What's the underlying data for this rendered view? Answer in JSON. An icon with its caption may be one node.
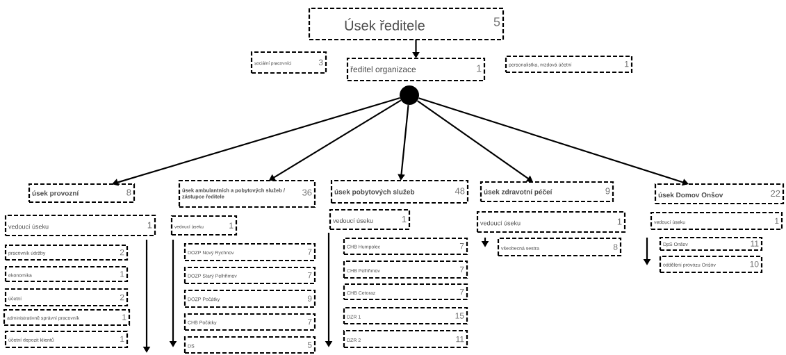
{
  "diagram": {
    "nodes": [
      {
        "text": [
          "Úsek ředitele",
          "5"
        ]
      },
      {
        "text": [
          "sociální pracovníci",
          "3"
        ]
      },
      {
        "text": [
          "ředitel organizace",
          "1"
        ]
      },
      {
        "text": [
          "personalistka, mzdová účetní",
          "1"
        ]
      },
      {
        "text": [],
        "shape": "circle"
      },
      {
        "text": [
          "úsek provozní",
          "8"
        ]
      },
      {
        "text": [
          "úsek ambulantních a pobytových služeb / zástupce ředitele",
          "36"
        ]
      },
      {
        "text": [
          "úsek pobytových služeb",
          "48"
        ]
      },
      {
        "text": [
          "úsek zdravotní péčeí",
          "9"
        ]
      },
      {
        "text": [
          "úsek Domov Onšov",
          "22"
        ]
      },
      {
        "text": [
          "vedoucí úseku",
          "1"
        ]
      },
      {
        "text": [
          "pracovník údržby",
          "2"
        ]
      },
      {
        "text": [
          "ekonomika",
          "1"
        ]
      },
      {
        "text": [
          "účetní",
          "2"
        ]
      },
      {
        "text": [
          "administrativně správní pracovník",
          "1"
        ]
      },
      {
        "text": [
          "účetní depozit klientů",
          "1"
        ]
      },
      {
        "text": [
          "vedoucí úseku",
          "1"
        ]
      },
      {
        "text": [
          "DOZP Nový Rychnov",
          "7"
        ]
      },
      {
        "text": [
          "DOZP Starý Pelhřimov",
          "7"
        ]
      },
      {
        "text": [
          "DOZP Počátky",
          "9"
        ]
      },
      {
        "text": [
          "CHB Počátky",
          "7"
        ]
      },
      {
        "text": [
          "DS",
          "5"
        ]
      },
      {
        "text": [
          "vedoucí úseku",
          "1"
        ]
      },
      {
        "text": [
          "CHB Humpolec",
          "7"
        ]
      },
      {
        "text": [
          "CHB Pelhřimov",
          "7"
        ]
      },
      {
        "text": [
          "CHB Cetoraz",
          "7"
        ]
      },
      {
        "text": [
          "DZR 1",
          "15"
        ]
      },
      {
        "text": [
          "DZR 2",
          "11"
        ]
      },
      {
        "text": [
          "vedoucí úseku",
          "1"
        ]
      },
      {
        "text": [
          "všeobecná sestra",
          "8"
        ]
      },
      {
        "text": [
          "vedoucí úseku",
          "1"
        ]
      },
      {
        "text": [
          "DpS Onšov",
          "11"
        ]
      },
      {
        "text": [
          "oddělení provozu Onšov",
          "10"
        ]
      }
    ],
    "edges": [
      {
        "from": 0,
        "to": 2,
        "arrow": "to"
      },
      {
        "from": 4,
        "to": 5,
        "arrow": "to"
      },
      {
        "from": 4,
        "to": 6,
        "arrow": "to"
      },
      {
        "from": 4,
        "to": 7,
        "arrow": "to"
      },
      {
        "from": 4,
        "to": 8,
        "arrow": "to"
      },
      {
        "from": 4,
        "to": 9,
        "arrow": "to"
      },
      {
        "from": 10,
        "to": null,
        "arrow": "to"
      },
      {
        "from": 16,
        "to": null,
        "arrow": "to"
      },
      {
        "from": 22,
        "to": null,
        "arrow": "to"
      },
      {
        "from": 28,
        "to": null,
        "arrow": "to"
      },
      {
        "from": 30,
        "to": null,
        "arrow": "to"
      }
    ]
  }
}
